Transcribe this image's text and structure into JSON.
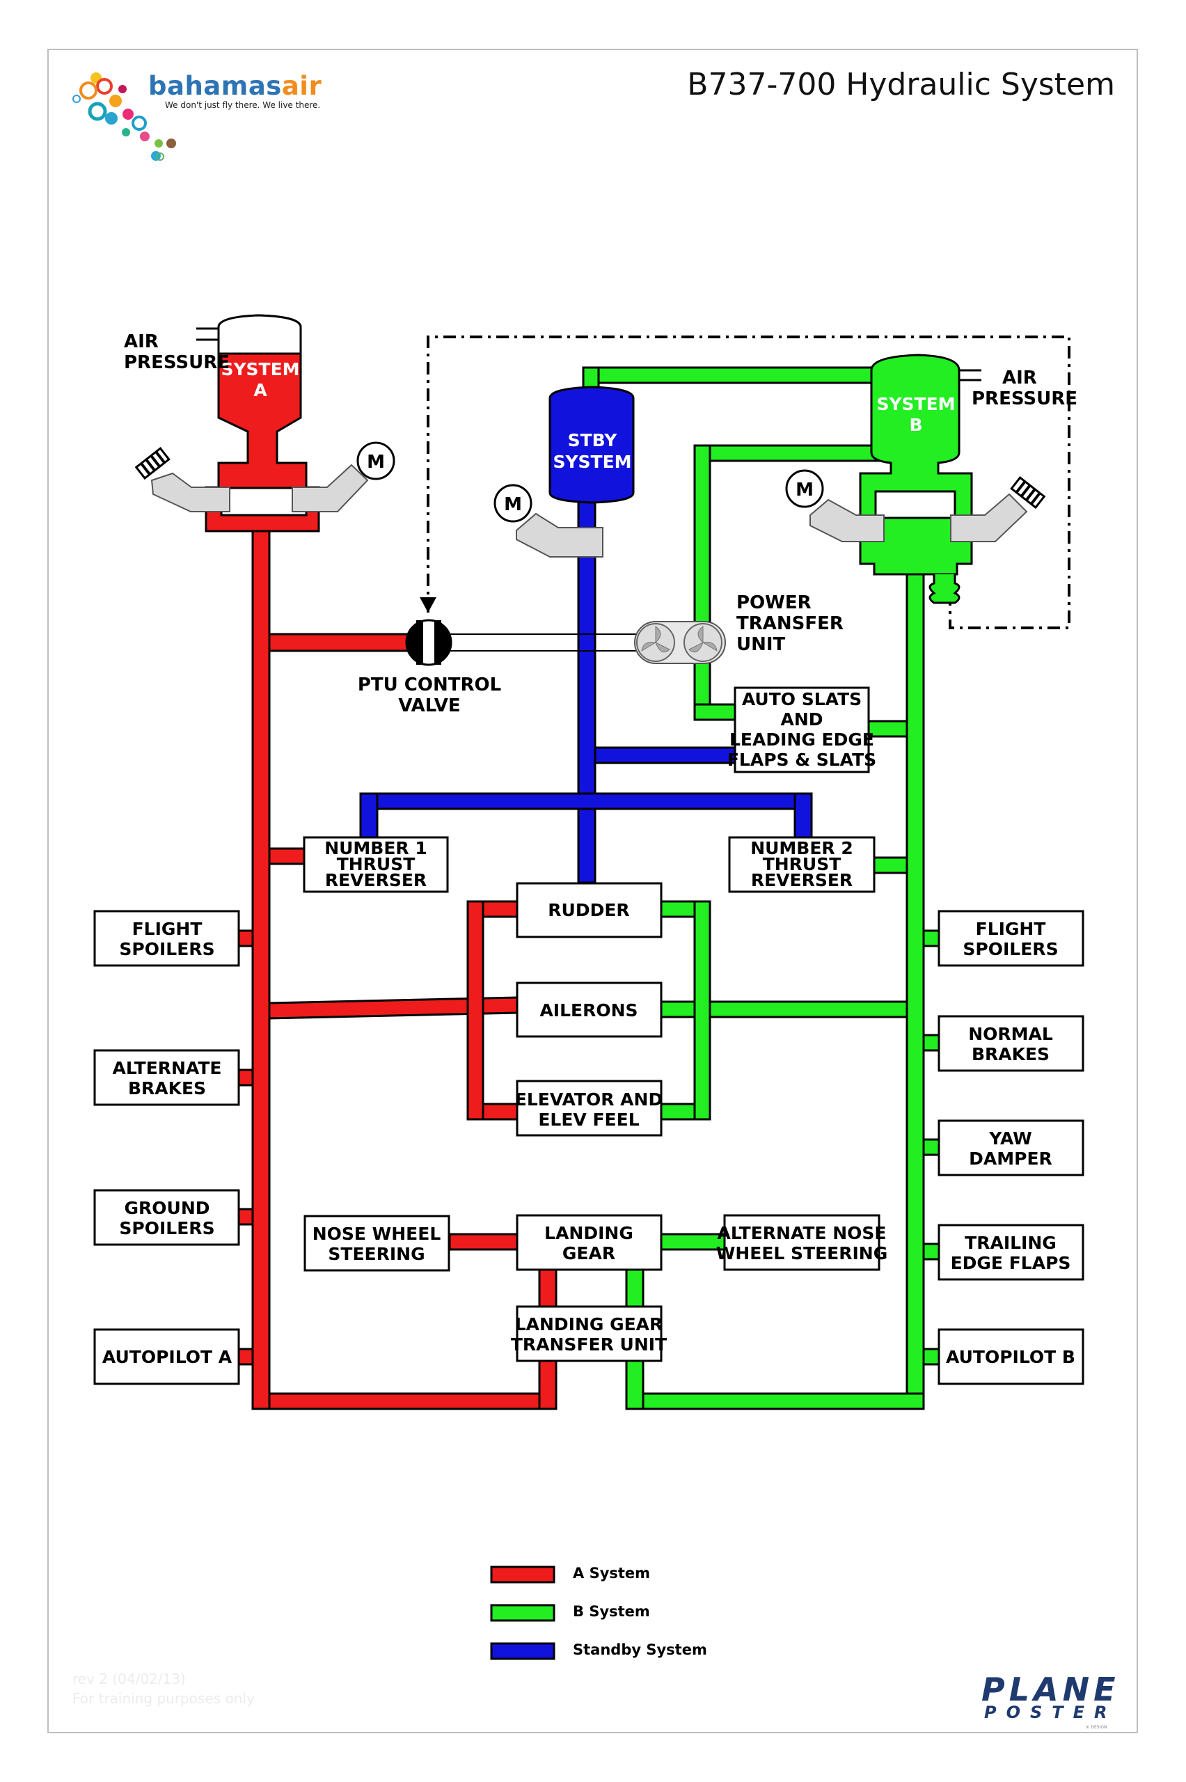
{
  "header": {
    "logo_name_part1": "bahamas",
    "logo_name_part2": "air",
    "logo_tagline": "We don't just fly there. We live there.",
    "title": "B737-700 Hydraulic System"
  },
  "colors": {
    "system_a": "#ee1c1c",
    "system_b": "#22ee22",
    "standby": "#1212dd",
    "logo_blue": "#2e74b5",
    "logo_orange": "#f28c1e",
    "brand_navy": "#1f3a6e"
  },
  "reservoirs": {
    "system_a": [
      "SYSTEM",
      "A"
    ],
    "stby": [
      "STBY",
      "SYSTEM"
    ],
    "system_b": [
      "SYSTEM",
      "B"
    ],
    "air_pressure_a": [
      "AIR",
      "PRESSURE"
    ],
    "air_pressure_b": [
      "AIR",
      "PRESSURE"
    ]
  },
  "pumps": {
    "motor_symbol": "M"
  },
  "components": {
    "ptu_control_valve": [
      "PTU CONTROL",
      "VALVE"
    ],
    "power_transfer_unit": [
      "POWER",
      "TRANSFER",
      "UNIT"
    ],
    "auto_slats": [
      "AUTO SLATS",
      "AND",
      "LEADING EDGE",
      "FLAPS & SLATS"
    ],
    "thrust_reverser_1": [
      "NUMBER 1",
      "THRUST",
      "REVERSER"
    ],
    "thrust_reverser_2": [
      "NUMBER 2",
      "THRUST",
      "REVERSER"
    ],
    "rudder": [
      "RUDDER"
    ],
    "ailerons": [
      "AILERONS"
    ],
    "elevator": [
      "ELEVATOR AND",
      "ELEV FEEL"
    ],
    "flight_spoilers_a": [
      "FLIGHT",
      "SPOILERS"
    ],
    "alternate_brakes": [
      "ALTERNATE",
      "BRAKES"
    ],
    "ground_spoilers": [
      "GROUND",
      "SPOILERS"
    ],
    "autopilot_a": [
      "AUTOPILOT A"
    ],
    "flight_spoilers_b": [
      "FLIGHT",
      "SPOILERS"
    ],
    "normal_brakes": [
      "NORMAL",
      "BRAKES"
    ],
    "yaw_damper": [
      "YAW",
      "DAMPER"
    ],
    "trailing_edge_flaps": [
      "TRAILING",
      "EDGE FLAPS"
    ],
    "autopilot_b": [
      "AUTOPILOT B"
    ],
    "nose_wheel_steering": [
      "NOSE WHEEL",
      "STEERING"
    ],
    "landing_gear": [
      "LANDING",
      "GEAR"
    ],
    "alt_nose_wheel_steering": [
      "ALTERNATE NOSE",
      "WHEEL STEERING"
    ],
    "landing_gear_transfer_unit": [
      "LANDING GEAR",
      "TRANSFER UNIT"
    ]
  },
  "legend": [
    {
      "label": "A System",
      "color": "#ee1c1c"
    },
    {
      "label": "B System",
      "color": "#22ee22"
    },
    {
      "label": "Standby System",
      "color": "#1212dd"
    }
  ],
  "footer": {
    "revision": "rev 2 (04/02/13)",
    "note": "For training purposes only",
    "brand_line1": "PLANE",
    "brand_line2": "POSTER",
    "brand_line3": "in DESIGN"
  }
}
